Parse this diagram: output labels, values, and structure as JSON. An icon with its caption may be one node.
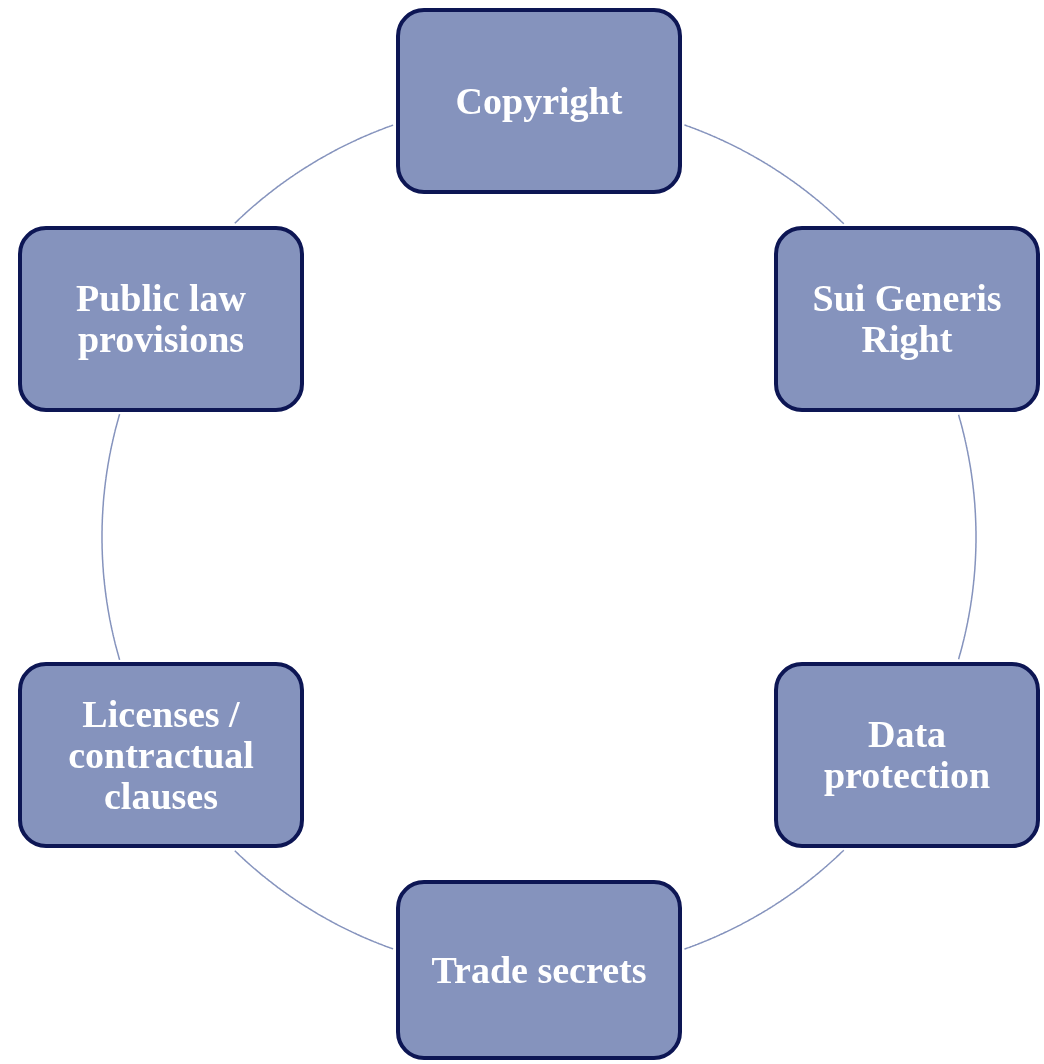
{
  "diagram": {
    "nodes": [
      {
        "text": [
          "Copyright"
        ]
      },
      {
        "text": [
          "Sui Generis Right"
        ]
      },
      {
        "text": [
          "Data protection"
        ]
      },
      {
        "text": [
          "Trade secrets"
        ]
      },
      {
        "text": [
          "Licenses / contractual clauses"
        ]
      },
      {
        "text": [
          "Public law provisions"
        ]
      }
    ],
    "edges": [
      {
        "from": 0,
        "to": 1,
        "arrow": "none"
      },
      {
        "from": 1,
        "to": 2,
        "arrow": "none"
      },
      {
        "from": 2,
        "to": 3,
        "arrow": "none"
      },
      {
        "from": 3,
        "to": 4,
        "arrow": "none"
      },
      {
        "from": 4,
        "to": 5,
        "arrow": "none"
      },
      {
        "from": 5,
        "to": 0,
        "arrow": "none"
      }
    ]
  }
}
